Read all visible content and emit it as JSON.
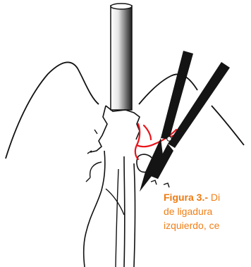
{
  "figure": {
    "accent_color": "#f07f17",
    "vessel_color": "#e8141b",
    "ink_color": "#111111"
  },
  "caption": {
    "label": "Figura 3.-",
    "line1_rest": " Di",
    "line2": "de ligadura",
    "line3": "izquierdo, ce"
  }
}
